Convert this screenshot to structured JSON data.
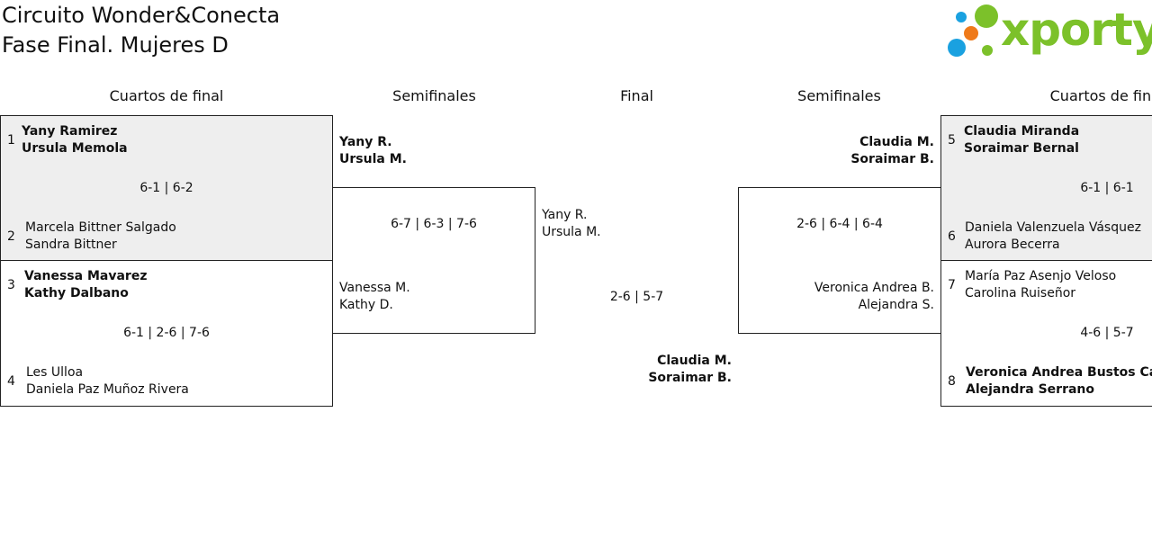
{
  "header": {
    "title_line1": "Circuito Wonder&Conecta",
    "title_line2": "Fase Final. Mujeres D"
  },
  "logo": {
    "text": "xporty",
    "colors": {
      "text": "#7cc12a",
      "dot_blue": "#1aa1e0",
      "dot_orange": "#ef7a1a",
      "dot_green": "#7cc12a"
    }
  },
  "rounds": {
    "left_quarters": "Cuartos de final",
    "left_semis": "Semifinales",
    "final": "Final",
    "right_semis": "Semifinales",
    "right_quarters": "Cuartos de final"
  },
  "left_qf1": {
    "top": {
      "seed": "1",
      "p1": "Yany Ramirez",
      "p2": "Ursula Memola"
    },
    "score": "6-1 | 6-2",
    "bottom": {
      "seed": "2",
      "p1": "Marcela Bittner Salgado",
      "p2": "Sandra Bittner"
    }
  },
  "left_qf2": {
    "top": {
      "seed": "3",
      "p1": "Vanessa Mavarez",
      "p2": "Kathy Dalbano"
    },
    "score": "6-1 | 2-6 | 7-6",
    "bottom": {
      "seed": "4",
      "p1": "Les Ulloa",
      "p2": "Daniela Paz Muñoz Rivera"
    }
  },
  "left_sf": {
    "top": {
      "p1": "Yany R.",
      "p2": "Ursula M."
    },
    "score": "6-7 | 6-3 | 7-6",
    "bottom": {
      "p1": "Vanessa M.",
      "p2": "Kathy D."
    }
  },
  "final": {
    "top": {
      "p1": "Yany R.",
      "p2": "Ursula M."
    },
    "score": "2-6 | 5-7",
    "bottom": {
      "p1": "Claudia M.",
      "p2": "Soraimar B."
    }
  },
  "right_sf": {
    "top": {
      "p1": "Claudia M.",
      "p2": "Soraimar B."
    },
    "score": "2-6 | 6-4 | 6-4",
    "bottom": {
      "p1": "Veronica Andrea B.",
      "p2": "Alejandra S."
    }
  },
  "right_qf1": {
    "top": {
      "seed": "5",
      "p1": "Claudia Miranda",
      "p2": "Soraimar Bernal"
    },
    "score": "6-1 | 6-1",
    "bottom": {
      "seed": "6",
      "p1": "Daniela Valenzuela Vásquez",
      "p2": "Aurora Becerra"
    }
  },
  "right_qf2": {
    "top": {
      "seed": "7",
      "p1": "María Paz Asenjo Veloso",
      "p2": "Carolina Ruiseñor"
    },
    "score": "4-6 | 5-7",
    "bottom": {
      "seed": "8",
      "p1": "Veronica Andrea Bustos Calderón",
      "p2": "Alejandra Serrano"
    }
  }
}
